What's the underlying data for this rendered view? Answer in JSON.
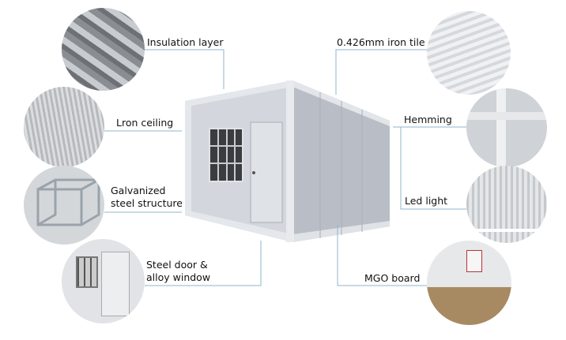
{
  "labels": {
    "insulation": "Insulation layer",
    "iron_tile": "0.426mm iron tile",
    "ceiling": "Lron ceiling",
    "hemming": "Hemming",
    "galvanized_1": "Galvanized",
    "galvanized_2": "steel structure",
    "led": "Led light",
    "door_1": "Steel door &",
    "door_2": "alloy window",
    "mgo": "MGO board"
  },
  "colors": {
    "leader_line": "#8fb4cc",
    "container": "#c9ced6"
  }
}
